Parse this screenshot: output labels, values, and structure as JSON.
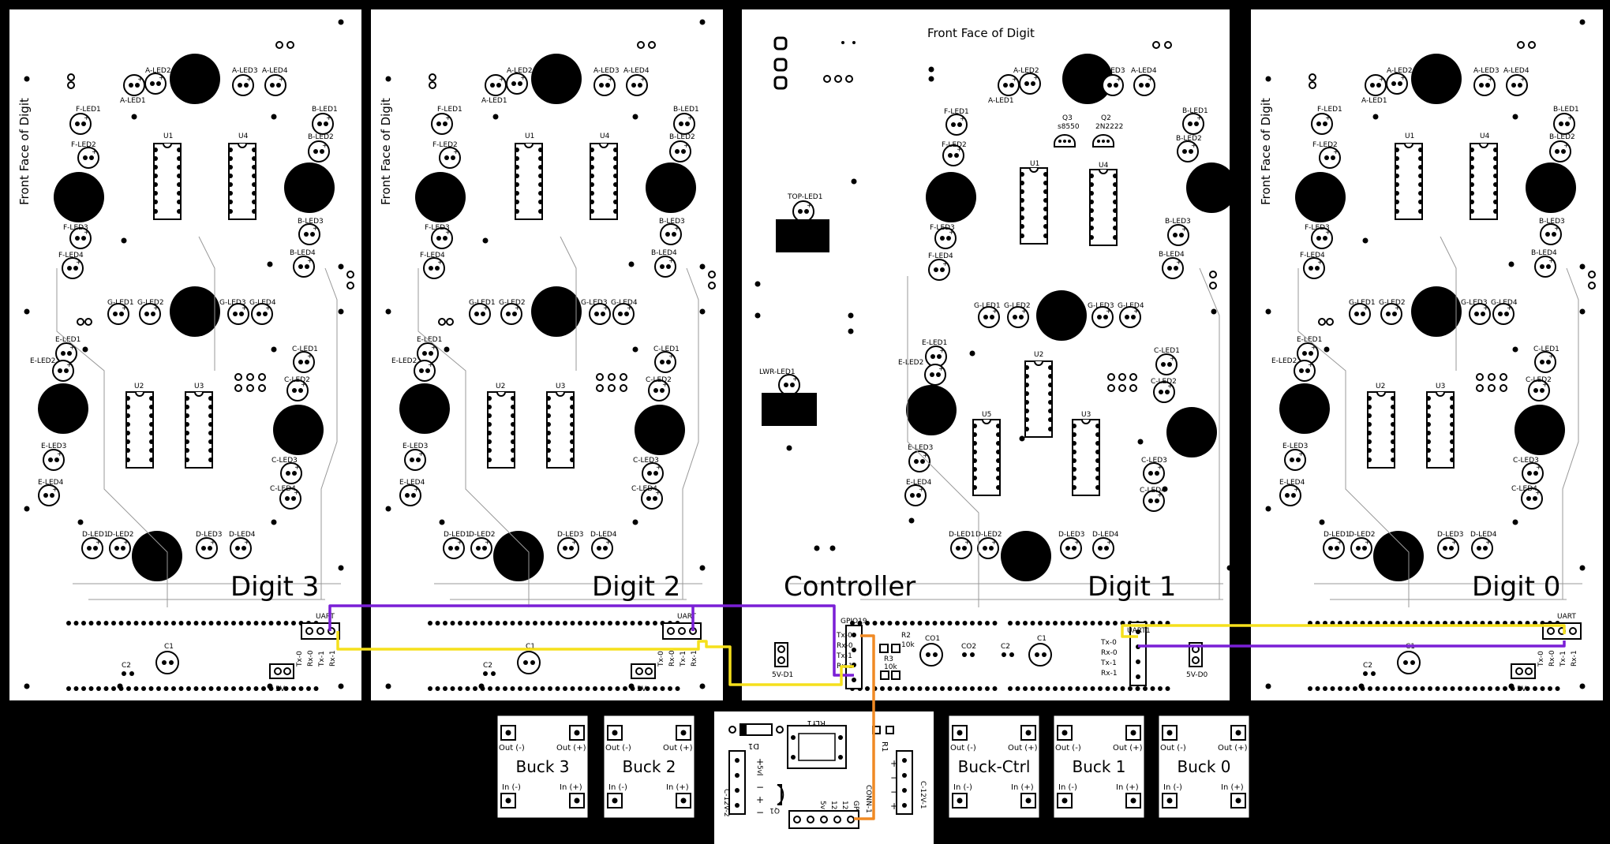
{
  "boards": {
    "digit3": {
      "label": "Digit 3",
      "front": "Front Face of Digit",
      "uart": "UART",
      "c1": "C1",
      "c2": "C2",
      "p5v": "5V",
      "pins": [
        "Tx-0",
        "Rx-0",
        "Tx-1",
        "Rx-1"
      ]
    },
    "digit2": {
      "label": "Digit 2",
      "front": "Front Face of Digit",
      "uart": "UART",
      "c1": "C1",
      "c2": "C2",
      "p5v": "5V",
      "pins": [
        "Tx-0",
        "Rx-0",
        "Tx-1",
        "Rx-1"
      ]
    },
    "controller": {
      "label": "Controller",
      "digit1": "Digit 1",
      "front": "Front Face of Digit",
      "top_led": "TOP-LED1",
      "lwr_led": "LWR-LED1",
      "gpio": "GPIO19",
      "pins": [
        "Tx-0",
        "Rx-0",
        "Tx-1",
        "Rx-1"
      ],
      "uart1": "UART1",
      "q3": "Q3",
      "q3v": "s8550",
      "q2": "Q2",
      "q2v": "2N2222",
      "r2": "R2",
      "r2v": "10k",
      "r3": "R3",
      "r3v": "10k",
      "co1": "CO1",
      "co2": "CO2",
      "c1": "C1",
      "c2": "C2",
      "u5": "U5",
      "p5vd1": "5V-D1",
      "p5vd0": "5V-D0"
    },
    "digit0": {
      "label": "Digit 0",
      "front": "Front Face of Digit",
      "uart": "UART",
      "c1": "C1",
      "c2": "C2",
      "p5v": "5V",
      "pins": [
        "Tx-0",
        "Rx-0",
        "Tx-1",
        "Rx-1"
      ]
    }
  },
  "leds": {
    "a": [
      "A-LED1",
      "A-LED2",
      "A-LED3",
      "A-LED4"
    ],
    "b": [
      "B-LED1",
      "B-LED2",
      "B-LED3",
      "B-LED4"
    ],
    "c": [
      "C-LED1",
      "C-LED2",
      "C-LED3",
      "C-LED4"
    ],
    "d": [
      "D-LED1",
      "D-LED2",
      "D-LED3",
      "D-LED4"
    ],
    "e": [
      "E-LED1",
      "E-LED2",
      "E-LED3",
      "E-LED4"
    ],
    "f": [
      "F-LED1",
      "F-LED2",
      "F-LED3",
      "F-LED4"
    ],
    "g": [
      "G-LED1",
      "G-LED2",
      "G-LED3",
      "G-LED4"
    ],
    "chips": [
      "U1",
      "U2",
      "U3",
      "U4"
    ]
  },
  "bucks": [
    {
      "name": "Buck 3",
      "out_neg": "Out (-)",
      "out_pos": "Out (+)",
      "in_neg": "In (-)",
      "in_pos": "In (+)"
    },
    {
      "name": "Buck 2",
      "out_neg": "Out (-)",
      "out_pos": "Out (+)",
      "in_neg": "In (-)",
      "in_pos": "In (+)"
    },
    {
      "name": "Buck-Ctrl",
      "out_neg": "Out (-)",
      "out_pos": "Out (+)",
      "in_neg": "In (-)",
      "in_pos": "In (+)"
    },
    {
      "name": "Buck 1",
      "out_neg": "Out (-)",
      "out_pos": "Out (+)",
      "in_neg": "In (-)",
      "in_pos": "In (+)"
    },
    {
      "name": "Buck 0",
      "out_neg": "Out (-)",
      "out_pos": "Out (+)",
      "in_neg": "In (-)",
      "in_pos": "In (+)"
    }
  ],
  "relay": {
    "rly": "RLY1",
    "d1": "D1",
    "r1": "R1",
    "q1": "Q1",
    "conn": "CONN-1",
    "c12v2": "C-12V-2",
    "c12v1": "C-12V-1",
    "pins": [
      "5v",
      "12+",
      "12-",
      "GPIO19"
    ]
  },
  "colors": {
    "purple": "#7a1fd6",
    "yellow": "#f5e01c",
    "orange": "#f08a24",
    "board": "#ffffff",
    "background": "#000000"
  }
}
